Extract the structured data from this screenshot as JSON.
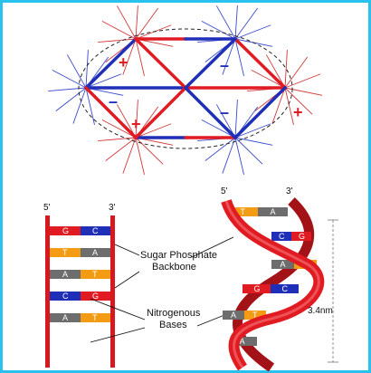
{
  "colors": {
    "frame": "#29c2ee",
    "red": "#e01c22",
    "blue": "#1f2fb8",
    "thin_red": "#d2393b",
    "thin_blue": "#3a4bcc"
  },
  "charge_diagram": {
    "signs": [
      "+",
      "–",
      "–",
      "+",
      "–",
      "+",
      "–"
    ]
  },
  "ladder": {
    "label_5": "5'",
    "label_3": "3'",
    "pairs": [
      {
        "left": "G",
        "right": "C",
        "left_color": "#e01c22",
        "right_color": "#1f2fb8"
      },
      {
        "left": "T",
        "right": "A",
        "left_color": "#f39b12",
        "right_color": "#6d6d6d"
      },
      {
        "left": "A",
        "right": "T",
        "left_color": "#6d6d6d",
        "right_color": "#f39b12"
      },
      {
        "left": "C",
        "right": "G",
        "left_color": "#1f2fb8",
        "right_color": "#e01c22"
      },
      {
        "left": "A",
        "right": "T",
        "left_color": "#6d6d6d",
        "right_color": "#f39b12"
      }
    ]
  },
  "labels": {
    "backbone_line1": "Sugar Phosphate",
    "backbone_line2": "Backbone",
    "bases_line1": "Nitrogenous",
    "bases_line2": "Bases",
    "pitch": "3.4nm"
  },
  "helix": {
    "label_5": "5'",
    "label_3": "3'",
    "pairs": [
      {
        "left": "T",
        "right": "A"
      },
      {
        "left": "C",
        "right": "G"
      },
      {
        "left": "A",
        "right": "T"
      },
      {
        "left": "G",
        "right": "C"
      },
      {
        "left": "A",
        "right": "T"
      },
      {
        "left": "A",
        "right": ""
      }
    ]
  }
}
